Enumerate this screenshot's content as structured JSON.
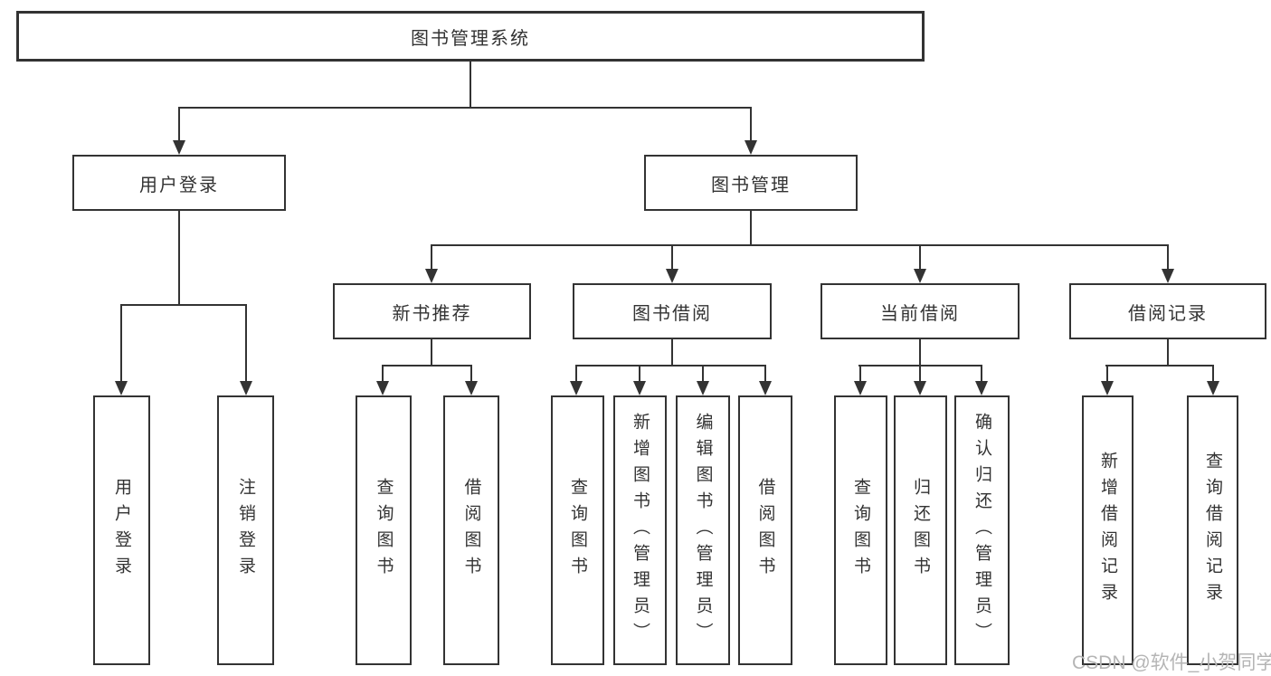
{
  "diagram_title": "图书管理系统",
  "colors": {
    "line": "#333333",
    "text": "#333333",
    "background": "#ffffff",
    "watermark": "#b5b5b5"
  },
  "nodes": {
    "root": "图书管理系统",
    "level1": [
      "用户登录",
      "图书管理"
    ],
    "level2": [
      "新书推荐",
      "图书借阅",
      "当前借阅",
      "借阅记录"
    ],
    "leaves_login": [
      "用户登录",
      "注销登录"
    ],
    "leaves_newbook": [
      "查询图书",
      "借阅图书"
    ],
    "leaves_borrow": [
      "查询图书",
      "新增图书（管理员）",
      "编辑图书（管理员）",
      "借阅图书"
    ],
    "leaves_current": [
      "查询图书",
      "归还图书",
      "确认归还（管理员）"
    ],
    "leaves_records": [
      "新增借阅记录",
      "查询借阅记录"
    ]
  },
  "watermark": "CSDN @软件_小贺同学"
}
